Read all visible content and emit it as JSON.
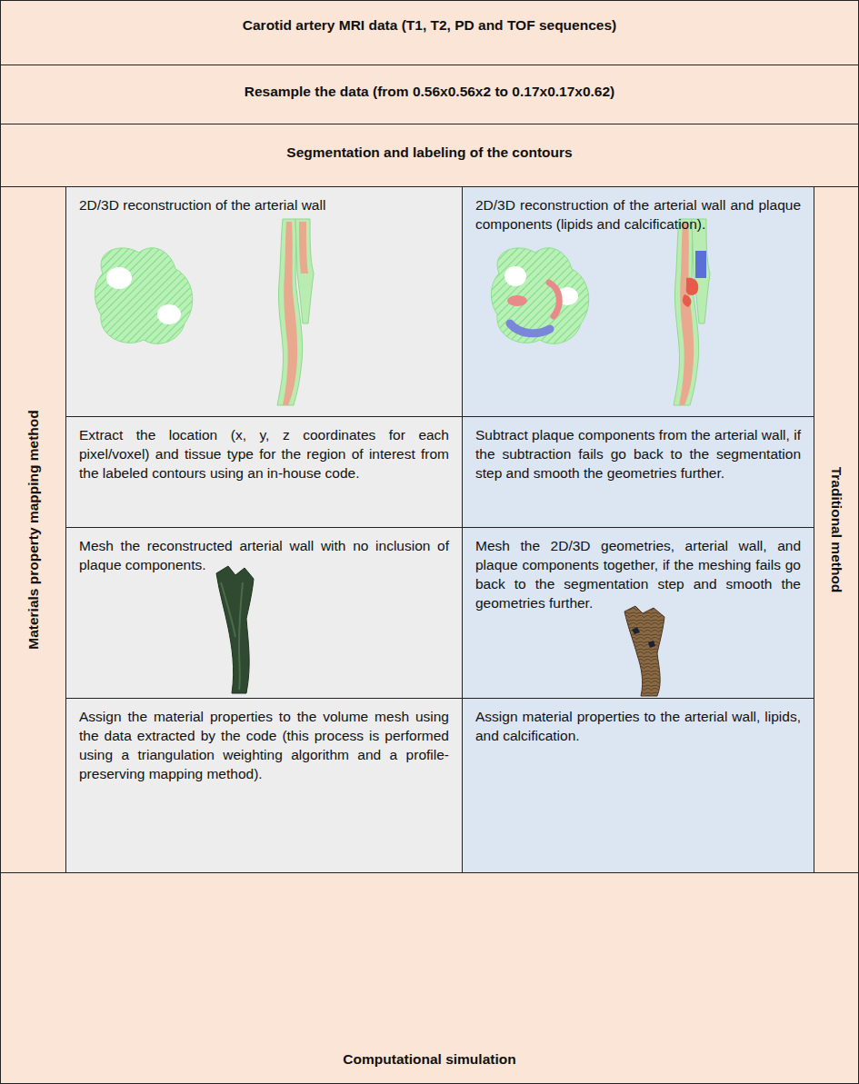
{
  "diagram": {
    "nodes": [
      {
        "text": [
          "Carotid artery MRI data (T1, T2, PD and TOF sequences)"
        ]
      },
      {
        "text": [
          "Resample the data (from 0.56x0.56x2 to 0.17x0.17x0.62)"
        ]
      },
      {
        "text": [
          "Segmentation and labeling of the contours"
        ]
      },
      {
        "text": [
          "Materials property mapping method"
        ]
      },
      {
        "text": [
          "2D/3D reconstruction of the arterial wall"
        ]
      },
      {
        "text": [
          "Extract the location (x, y, z coordinates for each pixel/voxel) and tissue type for the region of interest from the labeled contours using an in-house code."
        ]
      },
      {
        "text": [
          "Mesh the reconstructed arterial wall with no inclusion of plaque components."
        ]
      },
      {
        "text": [
          "Assign the material properties to the volume mesh using the data extracted by the code (this process is performed using a triangulation weighting algorithm and a profile-preserving mapping method)."
        ]
      },
      {
        "text": [
          "2D/3D reconstruction of the arterial wall and plaque components (lipids and calcification)."
        ]
      },
      {
        "text": [
          "Subtract plaque components from the arterial wall, if the subtraction fails go back to the segmentation step and smooth the geometries further."
        ]
      },
      {
        "text": [
          "Mesh the 2D/3D geometries, arterial wall, and plaque components together, if the meshing fails go back to the segmentation step and smooth the geometries further."
        ]
      },
      {
        "text": [
          "Assign material properties to the arterial wall, lipids, and calcification."
        ]
      },
      {
        "text": [
          "Traditional method"
        ]
      },
      {
        "text": [
          "Computational simulation"
        ]
      }
    ]
  }
}
